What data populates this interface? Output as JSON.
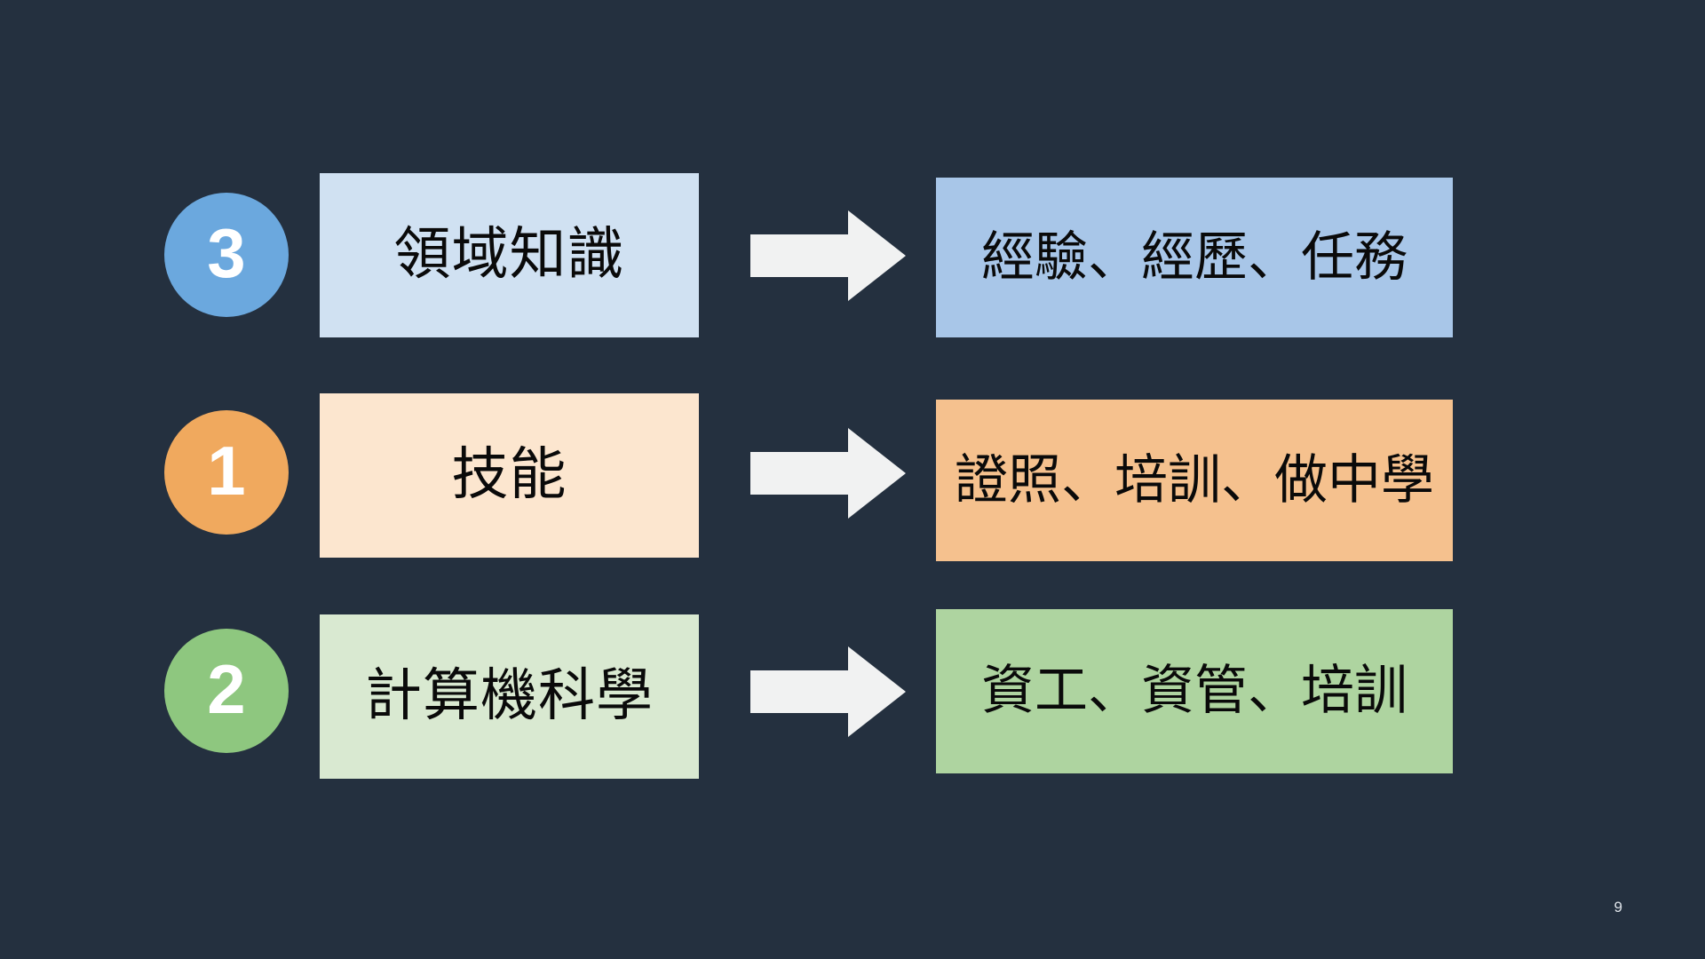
{
  "slide": {
    "background_color": "#24303f",
    "page_number": "9",
    "arrow_color": "#f1f2f2"
  },
  "rows": [
    {
      "badge": {
        "number": "3",
        "color": "#6ba8de"
      },
      "left": {
        "label": "領域知識",
        "color": "#d0e1f2"
      },
      "arrow": {
        "icon": "right-arrow-icon"
      },
      "right": {
        "label": "經驗、經歷、任務",
        "color": "#a8c6e8"
      }
    },
    {
      "badge": {
        "number": "1",
        "color": "#f0a95e"
      },
      "left": {
        "label": "技能",
        "color": "#fce6cf"
      },
      "arrow": {
        "icon": "right-arrow-icon"
      },
      "right": {
        "label": "證照、培訓、做中學",
        "color": "#f5c18e"
      }
    },
    {
      "badge": {
        "number": "2",
        "color": "#8ec77f"
      },
      "left": {
        "label": "計算機科學",
        "color": "#d9e9d1"
      },
      "arrow": {
        "icon": "right-arrow-icon"
      },
      "right": {
        "label": "資工、資管、培訓",
        "color": "#aed4a0"
      }
    }
  ]
}
